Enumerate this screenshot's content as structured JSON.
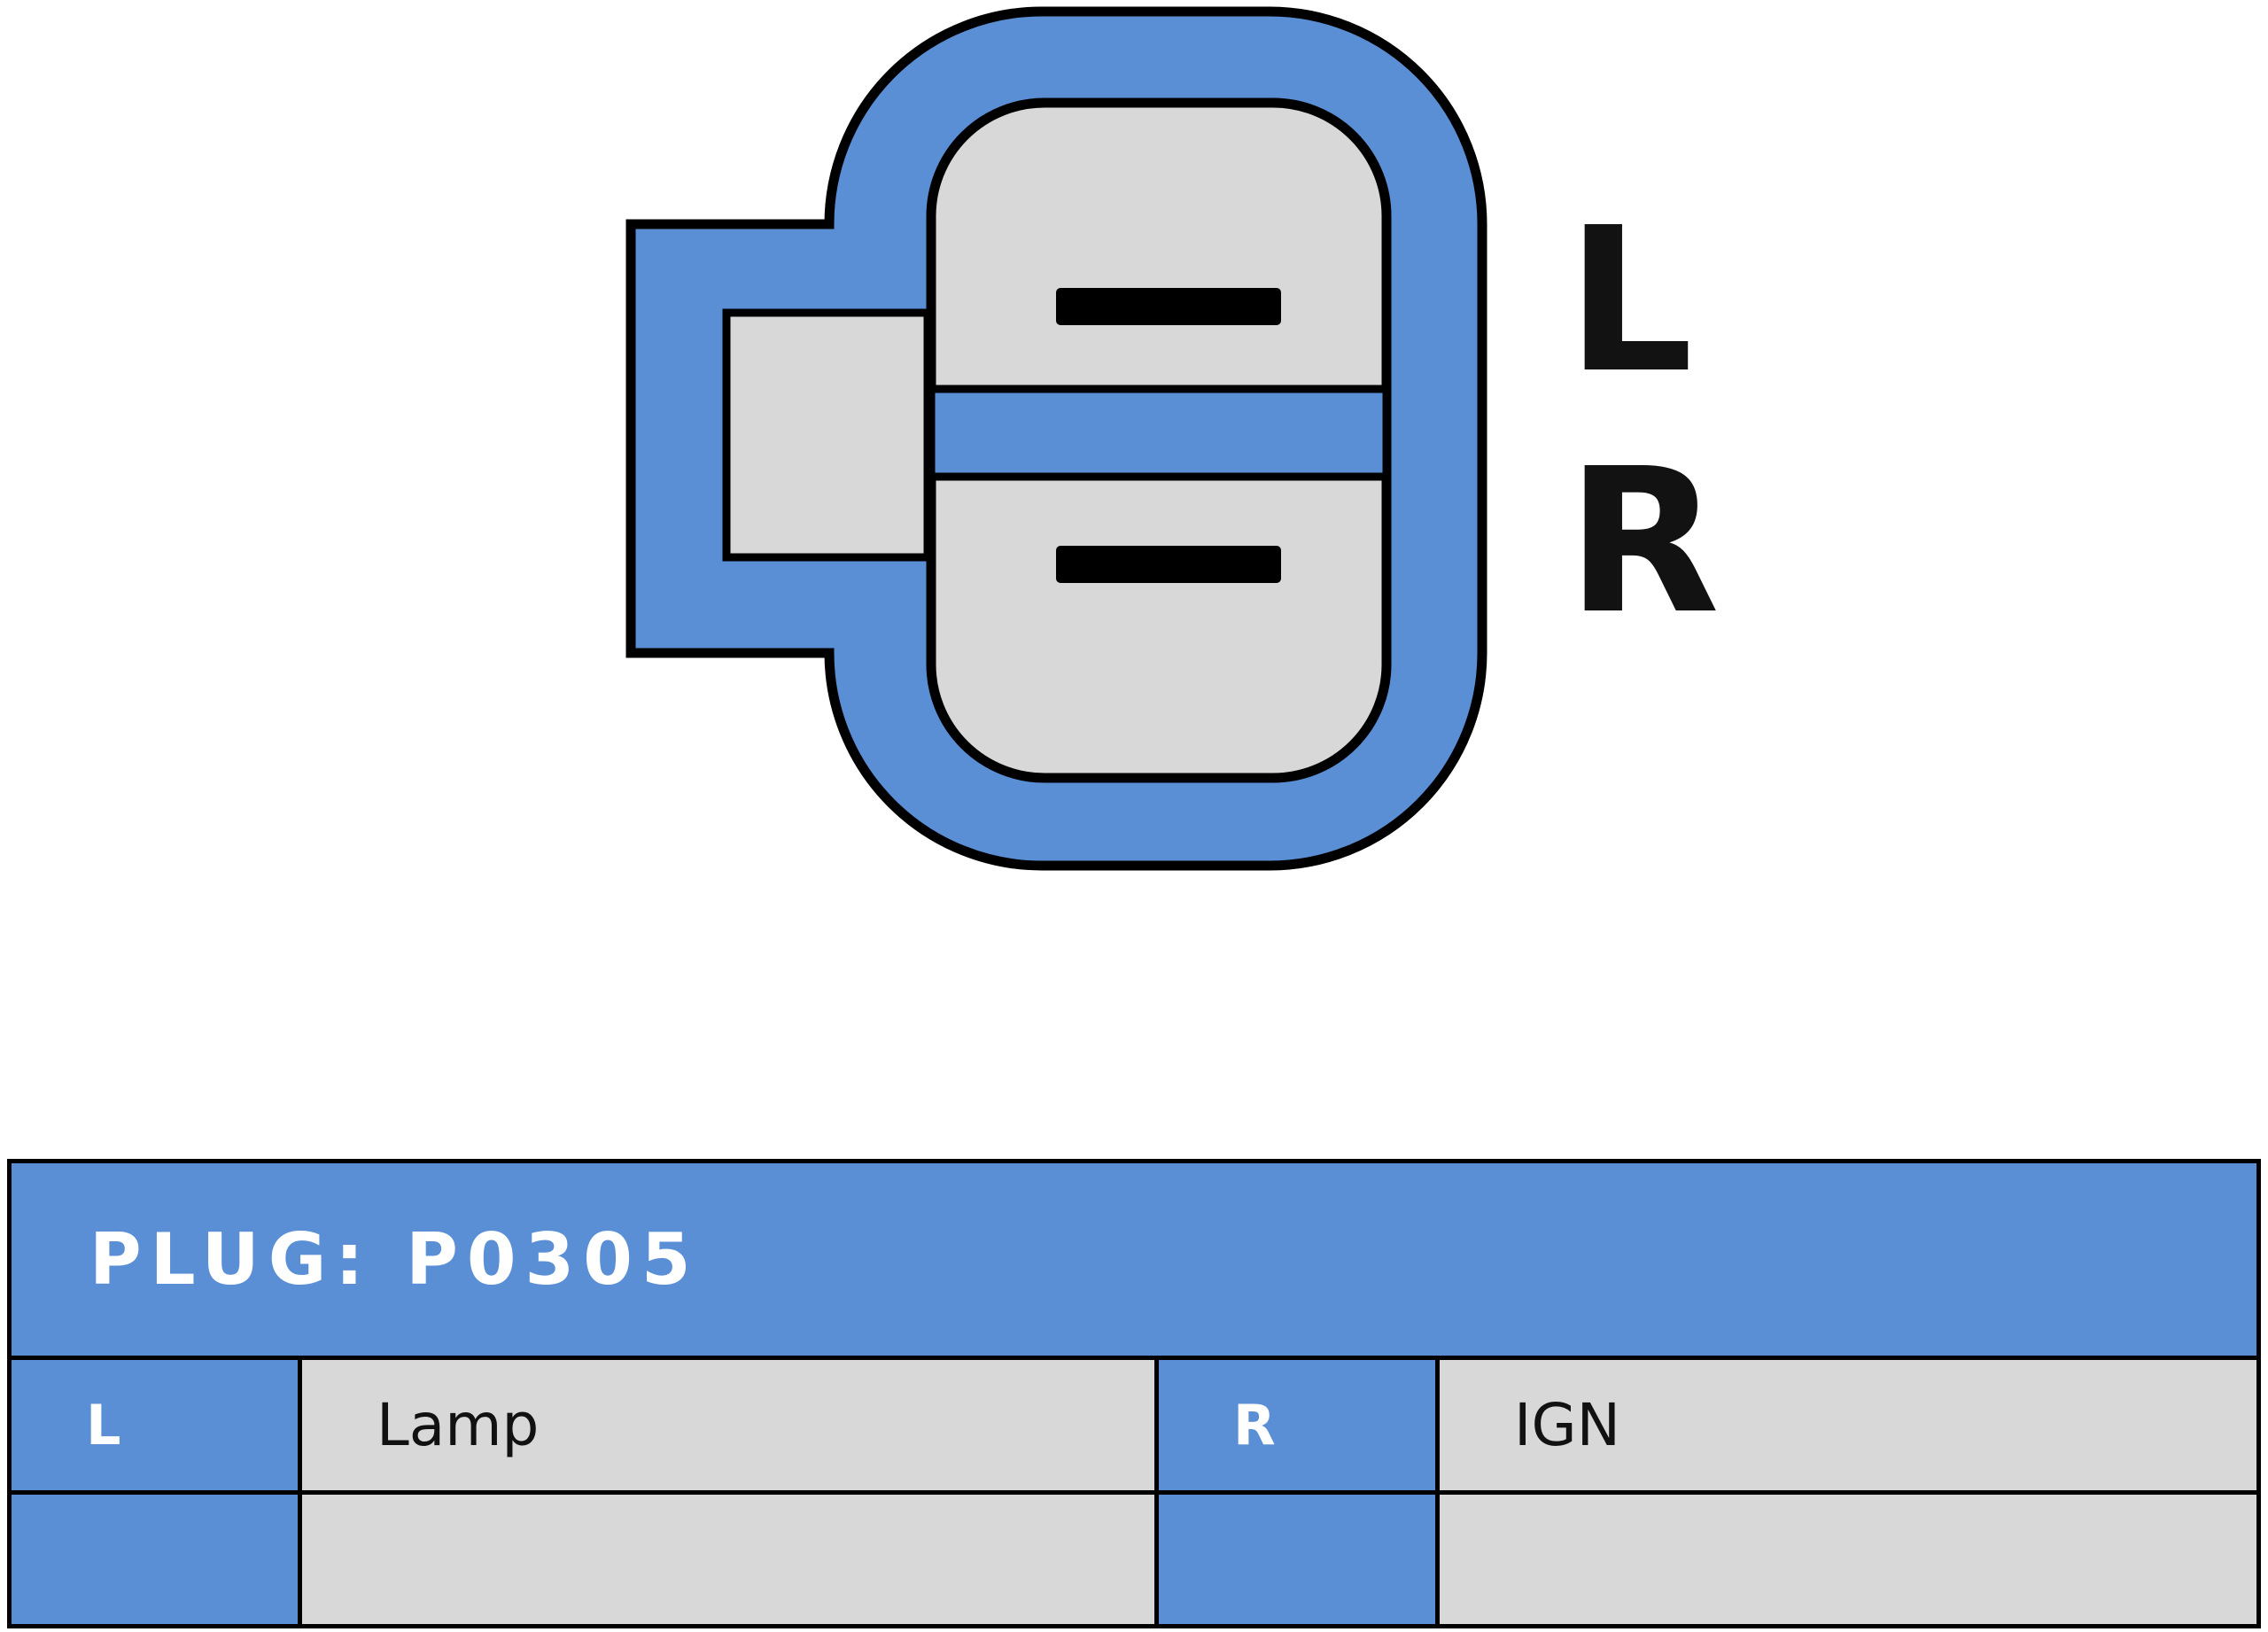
{
  "colors": {
    "blue": "#5a8fd6",
    "gray": "#d8d8d8",
    "outline": "#000000",
    "text_dark": "#111111",
    "text_light": "#ffffff"
  },
  "connector": {
    "labels": [
      "L",
      "R"
    ]
  },
  "table": {
    "title": "PLUG: P0305",
    "rows": [
      [
        "L",
        "Lamp",
        "R",
        "IGN"
      ],
      [
        "",
        "",
        "",
        ""
      ]
    ]
  }
}
